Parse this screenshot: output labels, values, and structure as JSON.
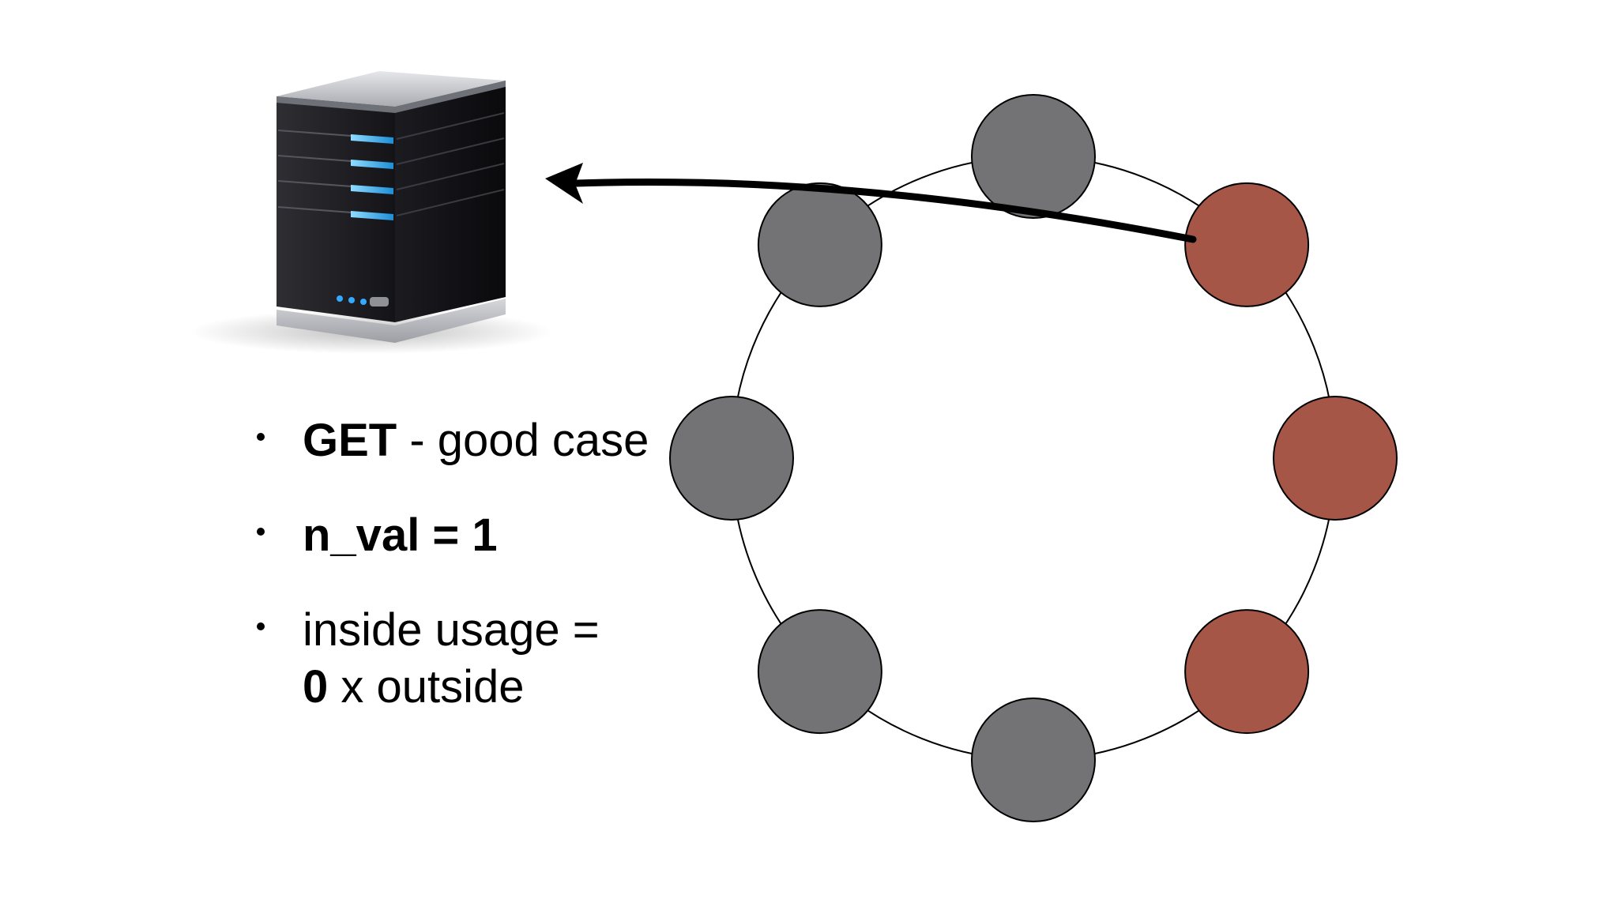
{
  "colors": {
    "background": "#ffffff",
    "ring_line": "#000000",
    "node_gray": "#737275",
    "node_red": "#a65646",
    "arrow": "#000000"
  },
  "ring": {
    "node_count": 8,
    "nodes": [
      {
        "id": "node-top",
        "state": "gray"
      },
      {
        "id": "node-top-right",
        "state": "red"
      },
      {
        "id": "node-right",
        "state": "red"
      },
      {
        "id": "node-bottom-right",
        "state": "red"
      },
      {
        "id": "node-bottom",
        "state": "gray"
      },
      {
        "id": "node-bottom-left",
        "state": "gray"
      },
      {
        "id": "node-left",
        "state": "gray"
      },
      {
        "id": "node-top-left",
        "state": "gray"
      }
    ]
  },
  "server_icon": "server-tower-icon",
  "bullets": [
    {
      "bold": "GET",
      "rest": " - good case",
      "line2_bold": "",
      "line2_rest": ""
    },
    {
      "bold": "n_val = 1",
      "rest": "",
      "line2_bold": "",
      "line2_rest": ""
    },
    {
      "bold": "",
      "rest": "inside usage =",
      "line2_bold": "0",
      "line2_rest": " x outside"
    }
  ]
}
